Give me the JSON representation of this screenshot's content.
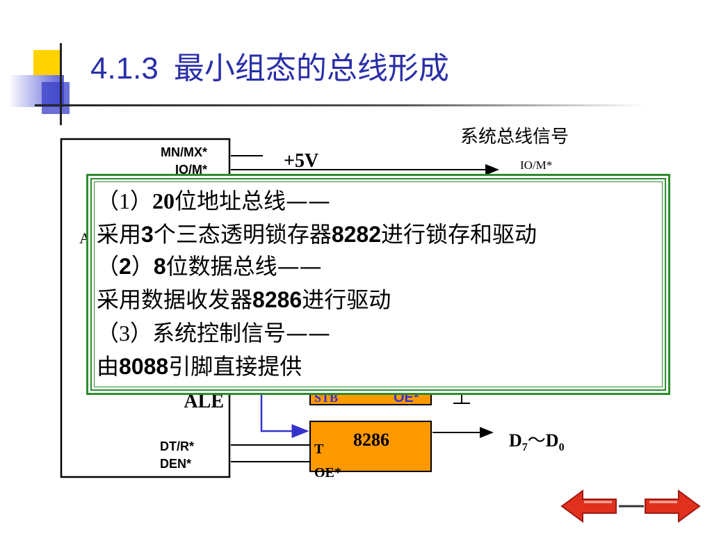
{
  "title": {
    "number": "4.1.3",
    "text": "最小组态的总线形成"
  },
  "diagram": {
    "system_bus_label": "系统总线信号",
    "cpu_pins": {
      "mn_mx": "MN/MX*",
      "io_m": "IO/M*",
      "partial_a": "A",
      "ale": "ALE",
      "dt_r": "DT/R*",
      "den": "DEN*"
    },
    "plus5v": "+5V",
    "bus_io_m": "IO/M*",
    "latch_stb": "STB",
    "latch_oe": "OE*",
    "transceiver_label": "8286",
    "transceiver_t": "T",
    "transceiver_oe": "OE*",
    "data_bus": {
      "d": "D",
      "sub7": "7",
      "tilde": "～",
      "d2": "D",
      "sub0": "0"
    }
  },
  "overlay": {
    "line1": {
      "open": "（",
      "num": "1",
      "close": "）",
      "num2": "20",
      "text": "位地址总线——"
    },
    "line2": {
      "pre": "采用",
      "num": "3",
      "mid": "个三态透明锁存器",
      "chip": "8282",
      "post": "进行锁存和驱动"
    },
    "line3": {
      "open": "（",
      "num": "2",
      "close": "）",
      "num2": "8",
      "text": "位数据总线——"
    },
    "line4": {
      "pre": "采用数据收发器",
      "chip": "8286",
      "post": "进行驱动"
    },
    "line5": {
      "open": "（",
      "num": "3",
      "close": "）",
      "text": "系统控制信号——"
    },
    "line6": {
      "pre": "由",
      "chip": "8088",
      "post": "引脚直接提供"
    }
  },
  "colors": {
    "title": "#2a2fa8",
    "chip_fill": "#ff9900",
    "frame_green": "#2e8b2e",
    "arrow_red": "#e0301e",
    "wire_blue": "#3333cc"
  },
  "icons": {
    "back": "arrow-left-icon",
    "forward": "arrow-right-icon"
  }
}
